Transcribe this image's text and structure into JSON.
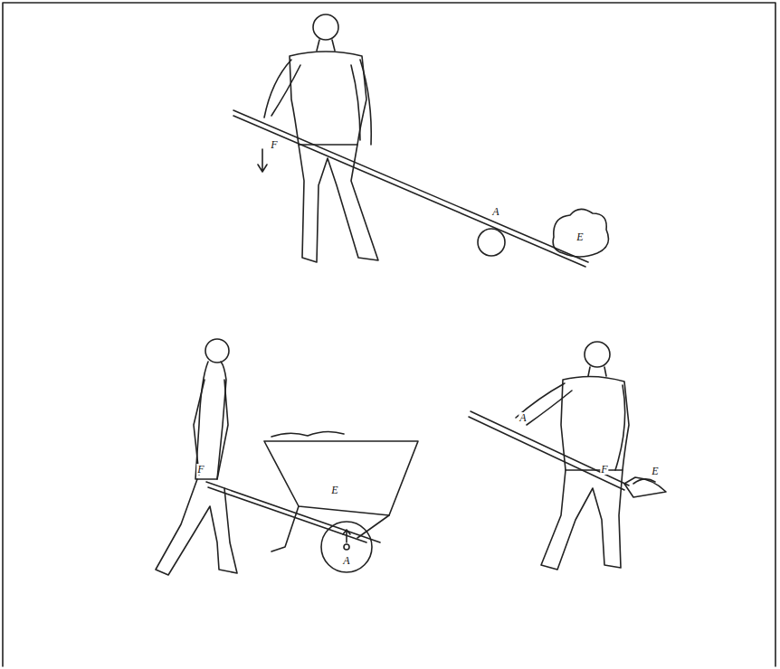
{
  "diagram": {
    "labels": [
      "F",
      "A",
      "E",
      "F",
      "E",
      "A",
      "A",
      "F",
      "E"
    ]
  }
}
